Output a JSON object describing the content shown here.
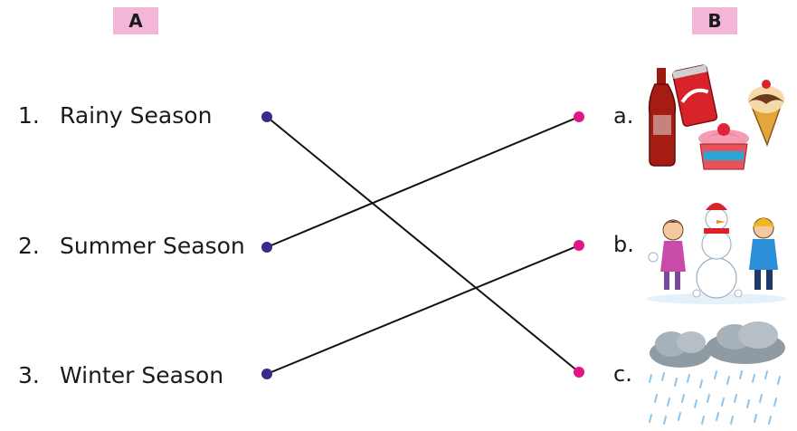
{
  "columns": {
    "a": "A",
    "b": "B"
  },
  "left_items": [
    {
      "number": "1.",
      "label": "Rainy Season"
    },
    {
      "number": "2.",
      "label": "Summer Season"
    },
    {
      "number": "3.",
      "label": "Winter Season"
    }
  ],
  "right_items": [
    {
      "letter": "a.",
      "image": "summer-treats-image"
    },
    {
      "letter": "b.",
      "image": "winter-snowman-image"
    },
    {
      "letter": "c.",
      "image": "rain-cloud-image"
    }
  ],
  "matches": [
    {
      "from": "1.",
      "to": "c."
    },
    {
      "from": "2.",
      "to": "a."
    },
    {
      "from": "3.",
      "to": "b."
    }
  ],
  "colors": {
    "header_bg": "#f4b6d8",
    "left_dot": "#3a2a8c",
    "right_dot": "#e0168a",
    "line": "#111111"
  }
}
